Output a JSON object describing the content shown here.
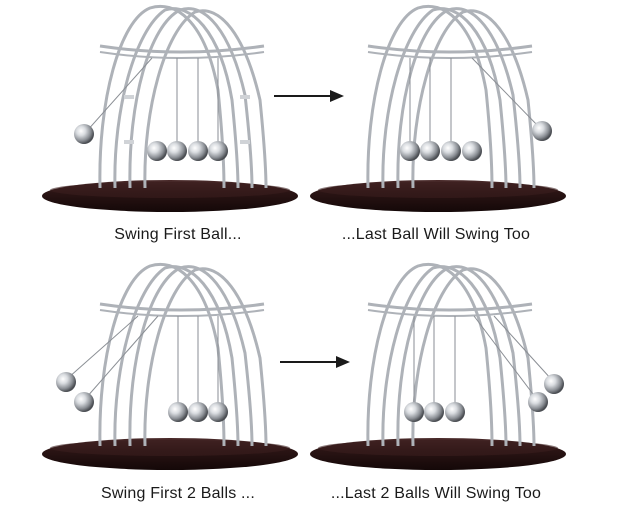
{
  "captions": {
    "top_left": "Swing First Ball...",
    "top_right": "...Last Ball Will Swing Too",
    "bottom_left": "Swing First 2 Balls ...",
    "bottom_right": "...Last 2 Balls Will Swing Too"
  },
  "illustrations": [
    {
      "id": "cradle-1",
      "swing_side": "left",
      "raised_balls": 1,
      "resting_balls": 4
    },
    {
      "id": "cradle-2",
      "swing_side": "right",
      "raised_balls": 1,
      "resting_balls": 4
    },
    {
      "id": "cradle-3",
      "swing_side": "left",
      "raised_balls": 2,
      "resting_balls": 3
    },
    {
      "id": "cradle-4",
      "swing_side": "right",
      "raised_balls": 2,
      "resting_balls": 3
    }
  ],
  "colors": {
    "base": "#2a1414",
    "frame": "#b8bcc2",
    "ball": "#c8ccd2",
    "arrow": "#1a1a1a",
    "text": "#1a1a1a"
  }
}
